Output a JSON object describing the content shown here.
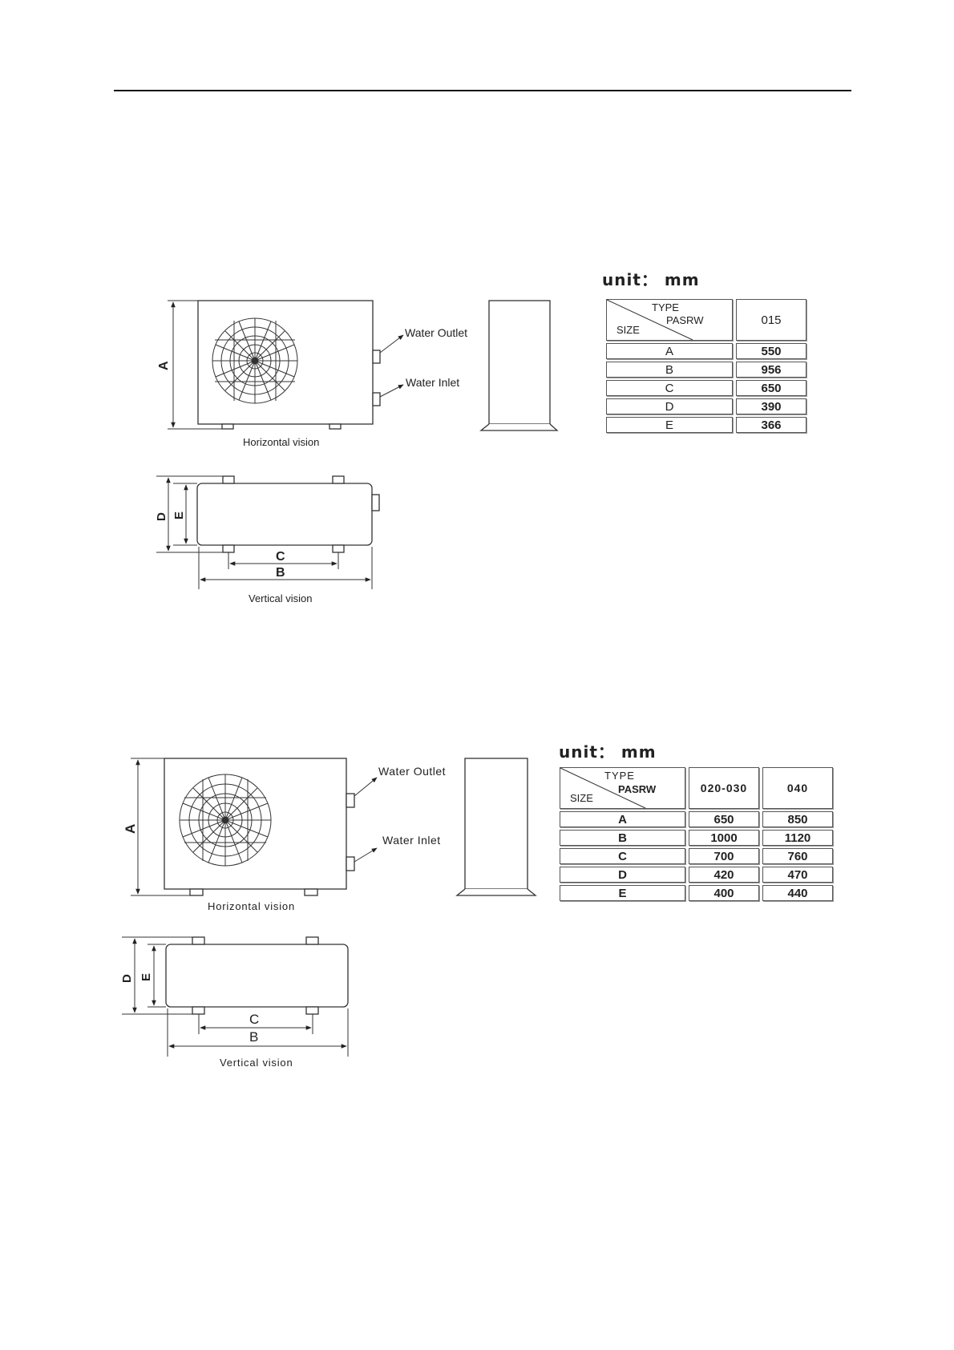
{
  "sections": [
    {
      "unit_label": "unit： mm",
      "labels": {
        "water_outlet": "Water Outlet",
        "water_inlet": "Water Inlet",
        "horizontal": "Horizontal vision",
        "vertical": "Vertical vision"
      },
      "dims": {
        "a": "A",
        "b": "B",
        "c": "C",
        "d": "D",
        "e": "E"
      },
      "table": {
        "type_label": "TYPE",
        "series_label": "PASRW",
        "size_label": "SIZE",
        "models": [
          "015"
        ],
        "rows": [
          {
            "size": "A",
            "values": [
              "550"
            ]
          },
          {
            "size": "B",
            "values": [
              "956"
            ]
          },
          {
            "size": "C",
            "values": [
              "650"
            ]
          },
          {
            "size": "D",
            "values": [
              "390"
            ]
          },
          {
            "size": "E",
            "values": [
              "366"
            ]
          }
        ]
      }
    },
    {
      "unit_label": "unit： mm",
      "labels": {
        "water_outlet": "Water Outlet",
        "water_inlet": "Water Inlet",
        "horizontal": "Horizontal vision",
        "vertical": "Vertical vision"
      },
      "dims": {
        "a": "A",
        "b": "B",
        "c": "C",
        "d": "D",
        "e": "E"
      },
      "table": {
        "type_label": "TYPE",
        "series_label": "PASRW",
        "size_label": "SIZE",
        "models": [
          "020-030",
          "040"
        ],
        "rows": [
          {
            "size": "A",
            "values": [
              "650",
              "850"
            ]
          },
          {
            "size": "B",
            "values": [
              "1000",
              "1120"
            ]
          },
          {
            "size": "C",
            "values": [
              "700",
              "760"
            ]
          },
          {
            "size": "D",
            "values": [
              "420",
              "470"
            ]
          },
          {
            "size": "E",
            "values": [
              "400",
              "440"
            ]
          }
        ]
      }
    }
  ]
}
